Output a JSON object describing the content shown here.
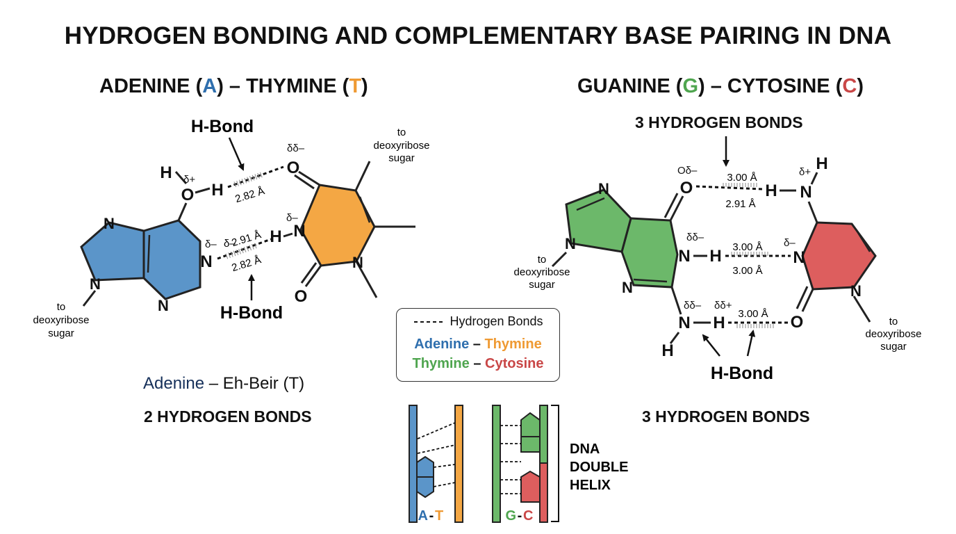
{
  "title": "HYDROGEN BONDING AND COMPLEMENTARY BASE PAIRING IN DNA",
  "colors": {
    "adenine": "#5b95c9",
    "thymine": "#f4a744",
    "guanine": "#6cb86a",
    "cytosine": "#dd5e5e",
    "text_blue": "#2f6fae",
    "text_orange": "#ef9a33",
    "text_green": "#4fa54f",
    "text_red": "#c94747"
  },
  "at": {
    "title_part1": "ADENINE (",
    "title_a": "A",
    "title_part2": ") – THYMINE (",
    "title_t": "T",
    "title_part3": ")",
    "hbond_label_top": "H-Bond",
    "hbond_label_bottom": "H-Bond",
    "dist_top": "2.82 Å",
    "dist_mid": "2.91 Å",
    "dist_bottom": "2.82 Å",
    "sugar_label": [
      "to",
      "deoxyribose",
      "sugar"
    ],
    "caption_adenine": "Adenine",
    "caption_rest": " – Eh-Beir (T)",
    "bond_count": "2 HYDROGEN BONDS"
  },
  "gc": {
    "title_part1": "GUANINE (",
    "title_g": "G",
    "title_part2": ") – CYTOSINE (",
    "title_c": "C",
    "title_part3": ")",
    "header_bonds": "3 HYDROGEN BONDS",
    "dist_top_upper": "3.00 Å",
    "dist_top_lower": "2.91 Å",
    "dist_mid_upper": "3.00 Å",
    "dist_mid_lower": "3.00 Å",
    "dist_bottom": "3.00 Å",
    "hbond_label": "H-Bond",
    "sugar_label": [
      "to",
      "deoxyribose",
      "sugar"
    ],
    "bond_count": "3 HYDROGEN BONDS"
  },
  "atoms": {
    "H": "H",
    "O": "O",
    "N": "N",
    "delta_plus": "δ+",
    "delta_minus": "δ–",
    "delta_delta_minus": "δδ–",
    "delta_delta_plus": "δδ+",
    "o_delta_minus": "Oδ–"
  },
  "legend": {
    "dashed_label": "Hydrogen Bonds",
    "row2_a": "Adenine",
    "row2_sep": " – ",
    "row2_b": "Thymine",
    "row3_a": "Thymine",
    "row3_sep": " – ",
    "row3_b": "Cytosine"
  },
  "helix": {
    "label_at_a": "A",
    "label_at_sep": "-",
    "label_at_t": "T",
    "label_gc_g": "G",
    "label_gc_sep": "-",
    "label_gc_c": "C",
    "caption": [
      "DNA",
      "DOUBLE",
      "HELIX"
    ]
  }
}
